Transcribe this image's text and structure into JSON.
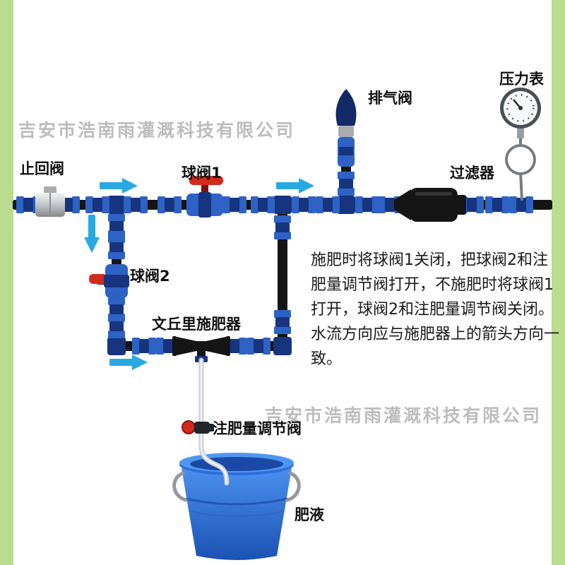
{
  "watermarks": {
    "top": "吉安市浩南雨灌溉科技有限公司",
    "bottom": "吉安市浩南雨灌溉科技有限公司"
  },
  "labels": {
    "check_valve": "止回阀",
    "ball_valve_1": "球阀1",
    "exhaust_valve": "排气阀",
    "pressure_gauge": "压力表",
    "filter": "过滤器",
    "ball_valve_2": "球阀2",
    "venturi_injector": "文丘里施肥器",
    "fertilizer_adjust_valve": "注肥量调节阀",
    "fertilizer_solution": "肥液"
  },
  "instructions": {
    "lines": [
      "施肥时将球阀1关闭，把球阀2和注",
      "肥量调节阀打开，不施肥时将球阀1",
      "打开，球阀2和注肥量调节阀关闭。",
      "水流方向应与施肥器上的箭头方向一",
      "致。"
    ]
  },
  "colors": {
    "pipe_black": "#151515",
    "fitting_blue": "#2e62c4",
    "fitting_dark_blue": "#16357e",
    "valve_red": "#d42a1e",
    "arrow_blue": "#29a9e2",
    "bucket_blue": "#2e6fd6",
    "side_bar_green": "#b9dc8e",
    "metal_grey": "#b9babd",
    "text_black": "#111111",
    "watermark_grey": "#8f8f8f"
  }
}
